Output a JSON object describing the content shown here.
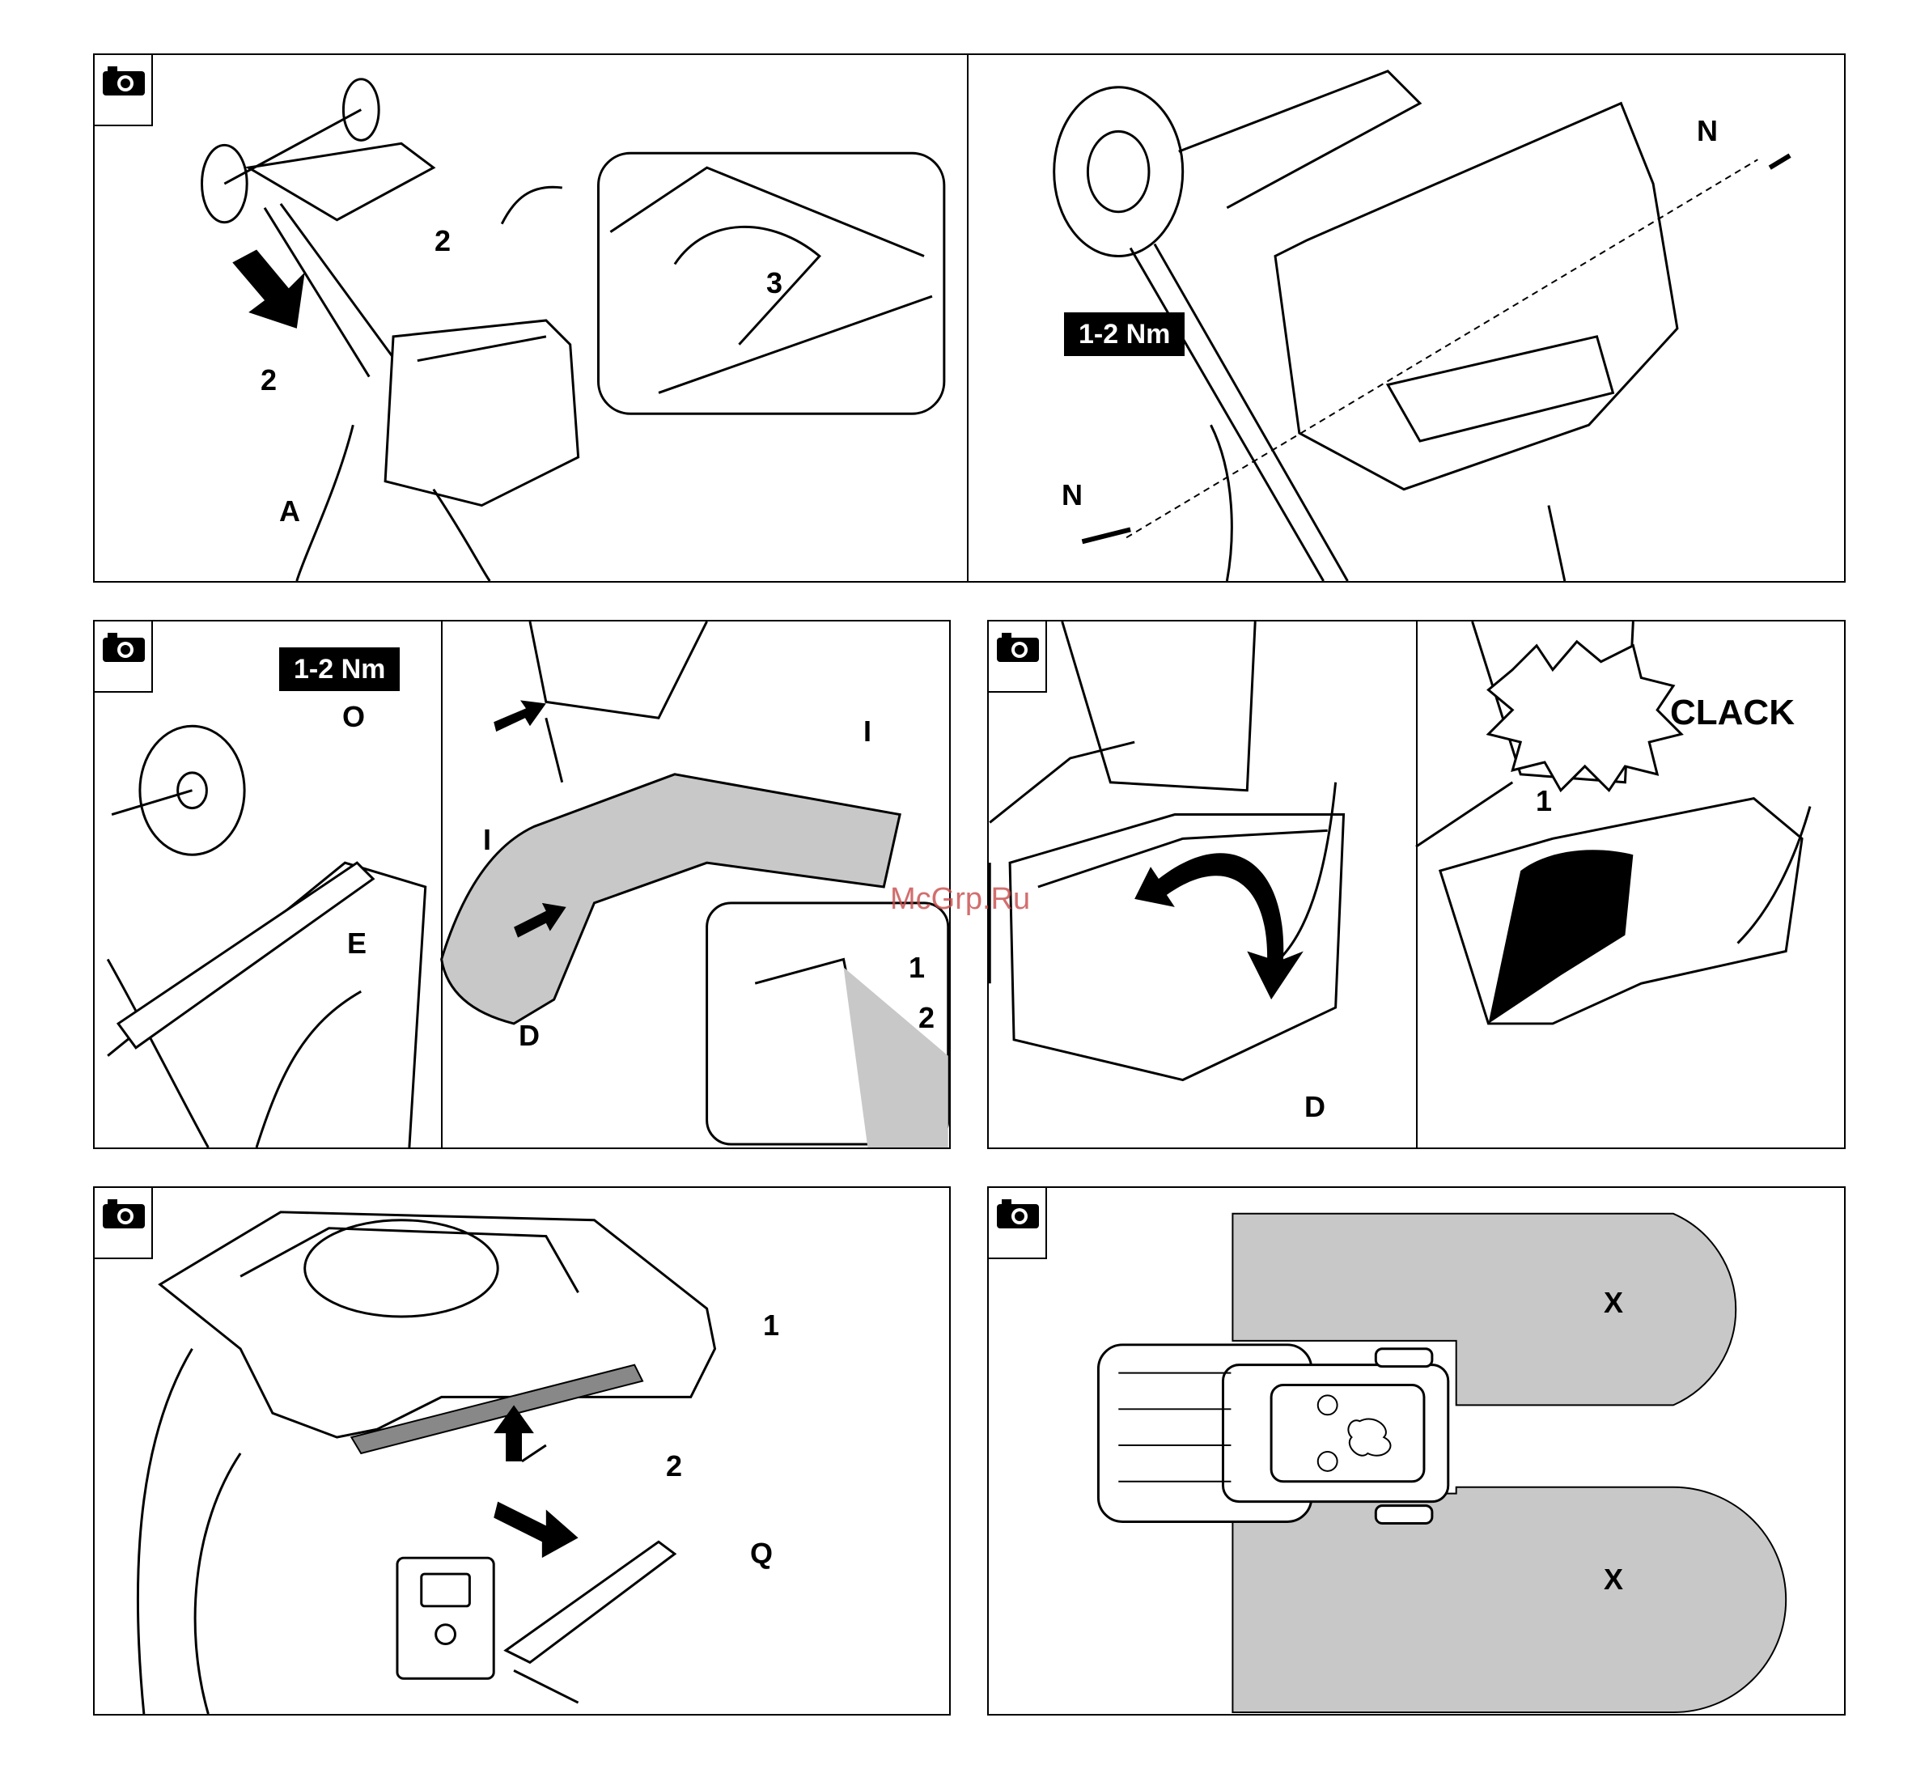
{
  "panels": {
    "p1": {
      "labels": {
        "two_a": "2",
        "two_b": "2",
        "three": "3",
        "a": "A"
      }
    },
    "p2": {
      "torque": "1-2 Nm",
      "labels": {
        "n_top": "N",
        "n_bottom": "N"
      }
    },
    "p3": {
      "torque": "1-2 Nm",
      "labels": {
        "o": "O",
        "e": "E",
        "i_top": "I",
        "i_left": "I",
        "d": "D",
        "one": "1",
        "two": "2"
      }
    },
    "p4": {
      "labels": {
        "d": "D",
        "one": "1"
      },
      "sound": "CLACK"
    },
    "p5": {
      "labels": {
        "one": "1",
        "two": "2",
        "q": "Q"
      }
    },
    "p6": {
      "labels": {
        "x_top": "X",
        "x_bottom": "X"
      }
    }
  },
  "watermark": "McGrp.Ru",
  "icons": {
    "camera": "camera-icon"
  }
}
